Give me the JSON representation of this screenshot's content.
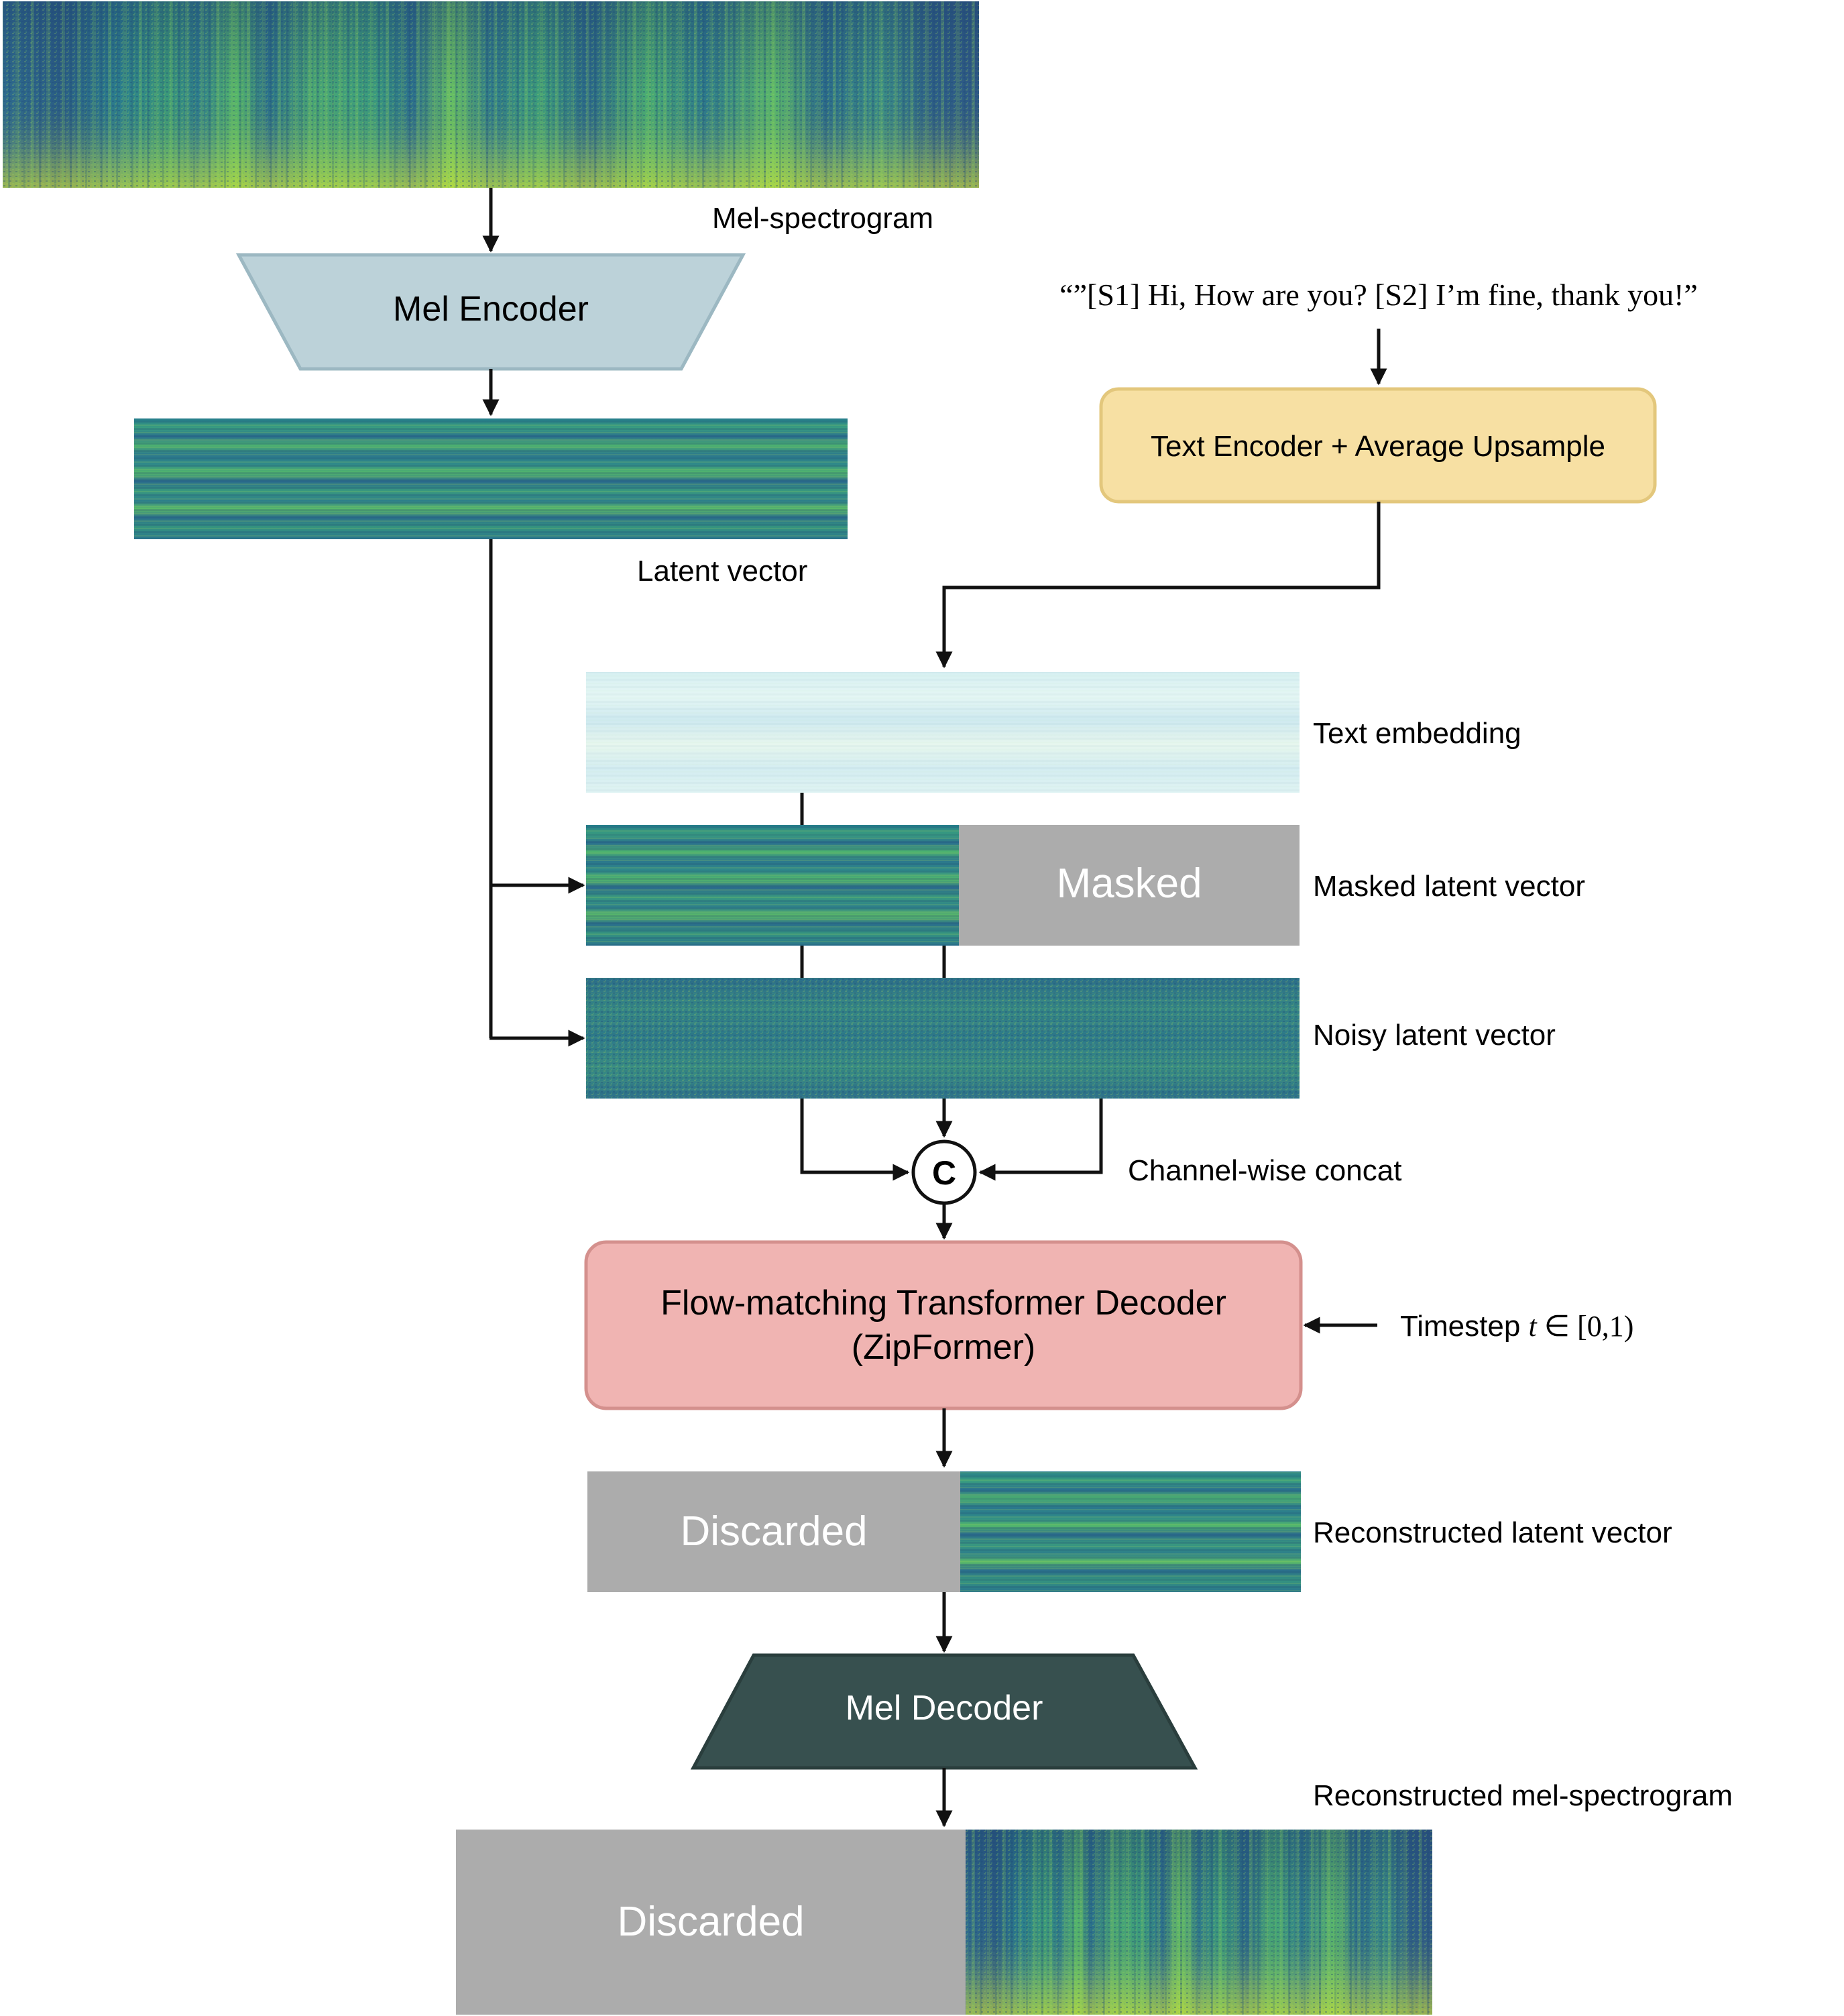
{
  "top_spectrogram": {
    "label": "Mel-spectrogram"
  },
  "mel_encoder": {
    "label": "Mel Encoder"
  },
  "latent": {
    "label": "Latent vector"
  },
  "text_input": {
    "text": "“”[S1] Hi, How are you? [S2] I’m fine, thank you!”"
  },
  "text_encoder": {
    "label": "Text Encoder + Average Upsample"
  },
  "text_embedding": {
    "label": "Text embedding"
  },
  "masked_latent": {
    "label": "Masked latent vector",
    "mask_text": "Masked"
  },
  "noisy_latent": {
    "label": "Noisy latent vector"
  },
  "concat": {
    "symbol": "C",
    "label": "Channel-wise concat"
  },
  "decoder": {
    "line1": "Flow-matching Transformer Decoder",
    "line2": "(ZipFormer)"
  },
  "timestep": {
    "prefix": "Timestep ",
    "var": "t",
    "rest": " ∈ [0,1)"
  },
  "recon_latent": {
    "label": "Reconstructed latent vector",
    "discarded_text": "Discarded"
  },
  "mel_decoder": {
    "label": "Mel Decoder"
  },
  "recon_mel": {
    "label": "Reconstructed mel-spectrogram",
    "discarded_text": "Discarded"
  },
  "colors": {
    "encoder_fill": "#bcd2d9",
    "encoder_stroke": "#9cb8c2",
    "text_encoder_fill": "#f7e0a3",
    "text_encoder_stroke": "#e3c77c",
    "decoder_fill": "#f0b4b2",
    "decoder_stroke": "#d4908d",
    "mel_decoder_fill": "#37504f",
    "gray_block": "#acacac"
  }
}
